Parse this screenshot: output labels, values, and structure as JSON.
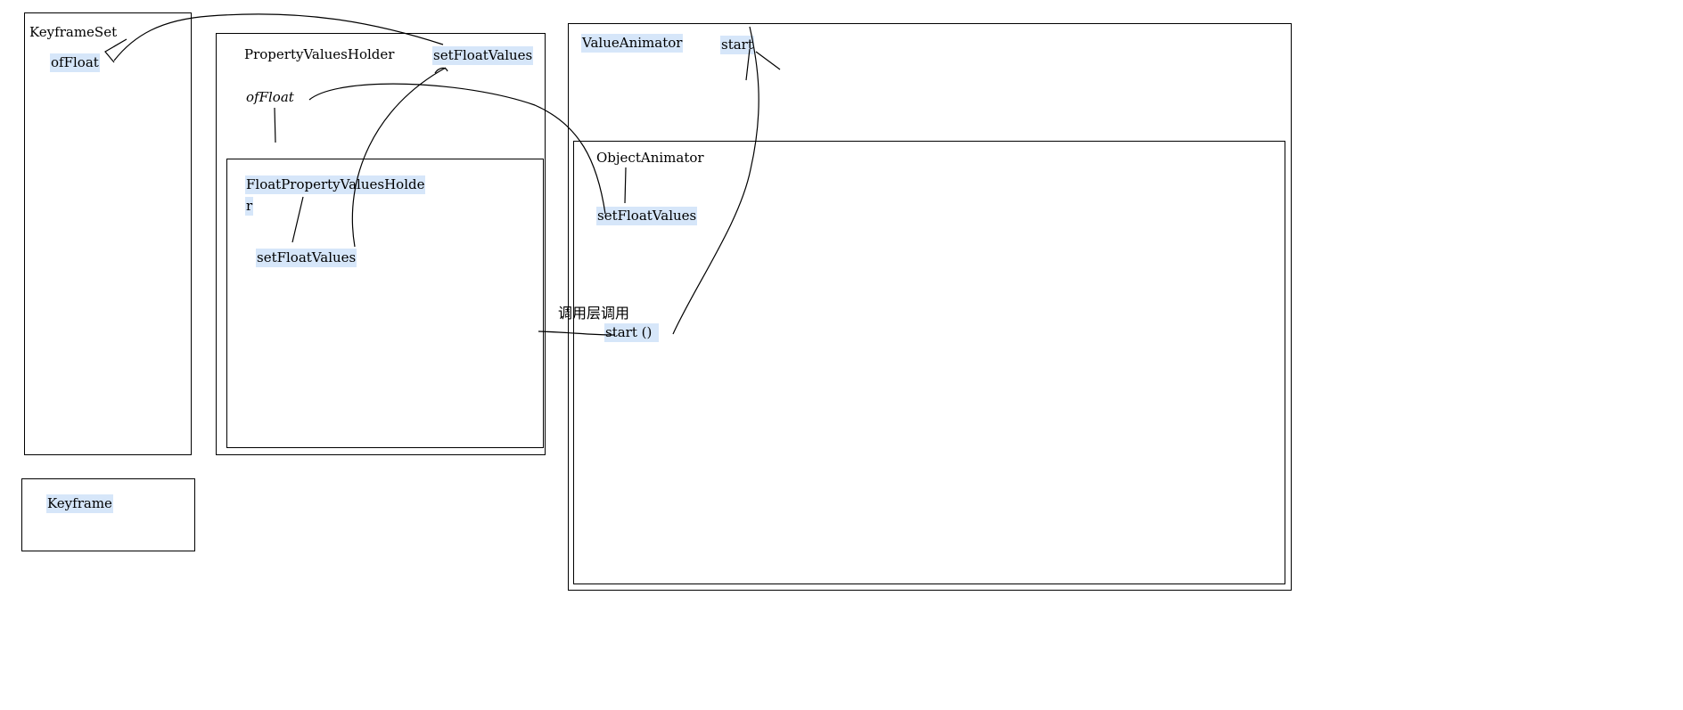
{
  "diagram": {
    "keyframeset": {
      "title": "KeyframeSet",
      "method": "ofFloat"
    },
    "keyframe": {
      "title": "Keyframe"
    },
    "property_values_holder": {
      "title": "PropertyValuesHolder",
      "method_set": "setFloatValues",
      "method_of": "ofFloat"
    },
    "float_property_values_holder": {
      "title_line1": "FloatPropertyValuesHolde",
      "title_line2": "r",
      "method": "setFloatValues"
    },
    "value_animator": {
      "title": "ValueAnimator",
      "method": "start"
    },
    "object_animator": {
      "title": "ObjectAnimator",
      "method_set": "setFloatValues",
      "method_start": "start ()"
    },
    "caller_annotation": "调用层调用"
  },
  "colors": {
    "highlight": "#d6e6f9",
    "stroke": "#000000",
    "background": "#ffffff"
  }
}
